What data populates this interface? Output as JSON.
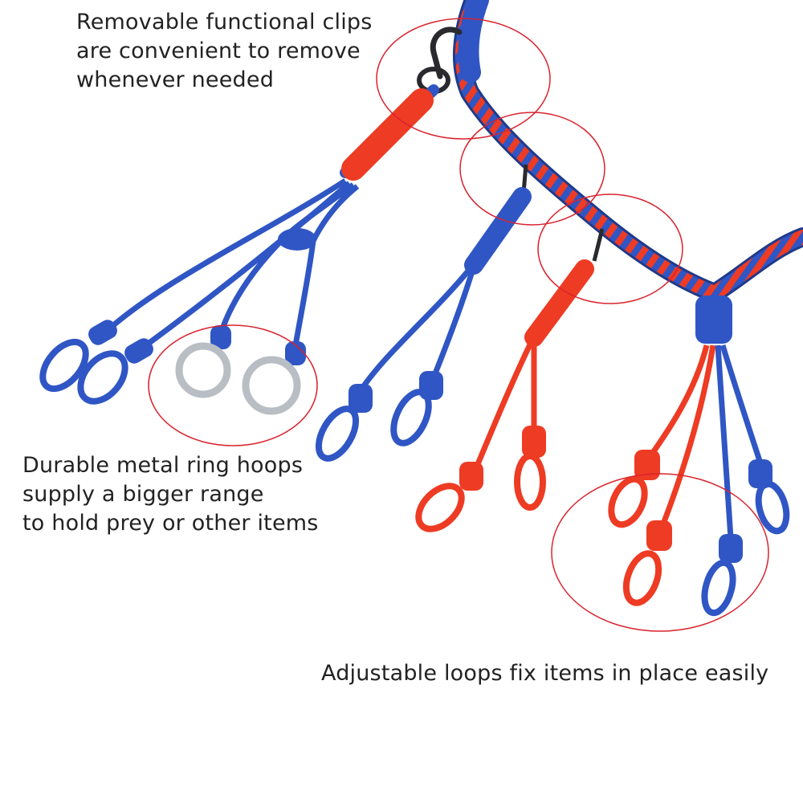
{
  "colors": {
    "blue_cord": "#2f56c4",
    "blue_shadow": "#1f3a8a",
    "red_cord": "#ee3b24",
    "red_shadow": "#b52a14",
    "metal": "#b9bec4",
    "metal_dark": "#2a2a2e",
    "circle": "#d9232e",
    "text": "#222222",
    "background": "#ffffff"
  },
  "captions": {
    "clips": {
      "line1": "Removable functional clips",
      "line2": "are convenient to remove",
      "line3": "whenever needed"
    },
    "rings": {
      "line1": "Durable metal ring hoops",
      "line2": "supply a bigger range",
      "line3": "to hold prey or other items"
    },
    "loops": {
      "line1": "Adjustable loops fix items in place easily"
    }
  }
}
